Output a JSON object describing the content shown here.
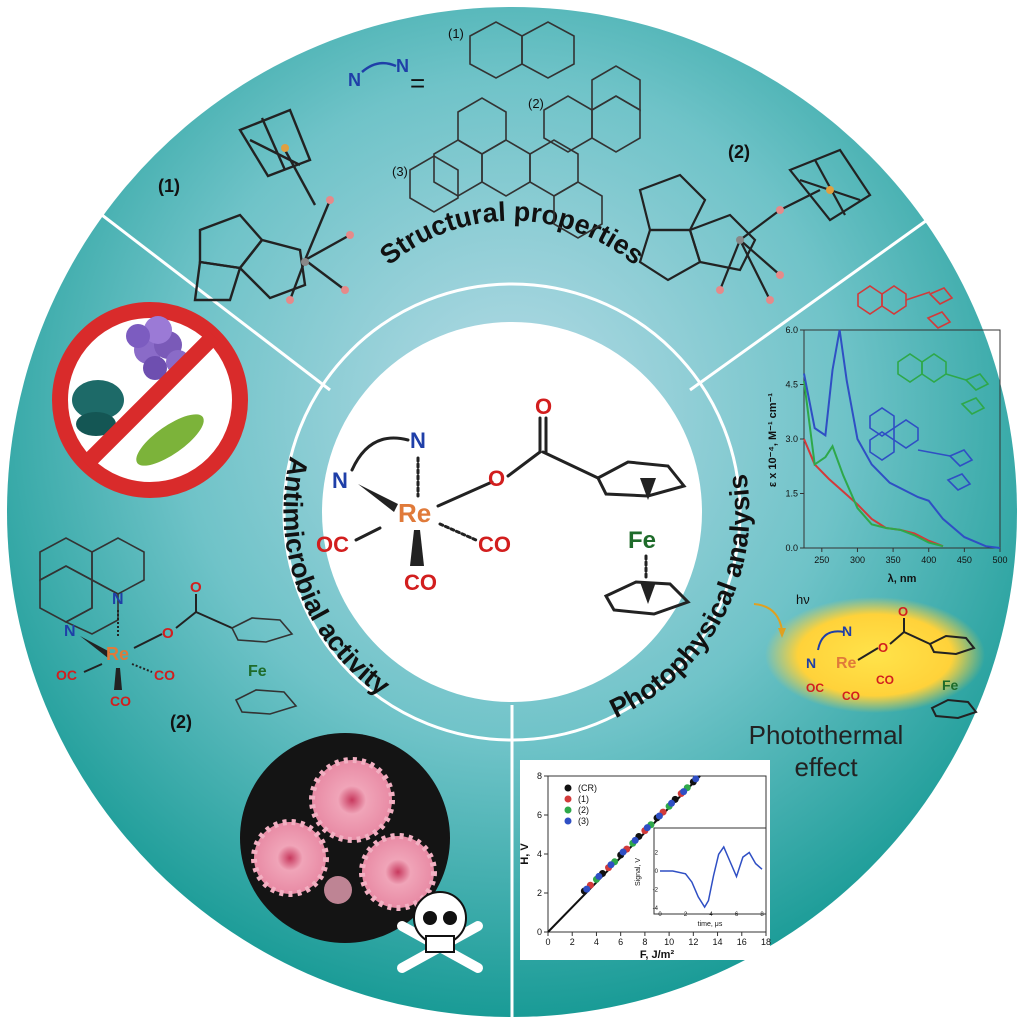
{
  "sections": {
    "top": {
      "title": "Structural properties"
    },
    "left": {
      "title": "Antimicrobial activity"
    },
    "right": {
      "title": "Photophysical analysis"
    }
  },
  "center_molecule": {
    "atoms": {
      "n1": "N",
      "n2": "N",
      "re": "Re",
      "o_ester": "O",
      "o_carbonyl": "O",
      "fe": "Fe",
      "co1": "OC",
      "co2": "CO",
      "co3": "CO"
    }
  },
  "ligands": {
    "nn_symbol_left": "N",
    "nn_symbol_right": "N",
    "equals": "=",
    "labels": [
      "(1)",
      "(2)",
      "(3)"
    ]
  },
  "crystal_labels": {
    "left": "(1)",
    "right": "(2)"
  },
  "left_molecule": {
    "label": "(2)",
    "atoms": {
      "n1": "N",
      "n2": "N",
      "re": "Re",
      "o1": "O",
      "o2": "O",
      "fe": "Fe",
      "co1": "OC",
      "co2": "CO",
      "co3": "CO"
    }
  },
  "photothermal": {
    "hv": "hν",
    "label_line1": "Photothermal",
    "label_line2": "effect",
    "atoms": {
      "n1": "N",
      "n2": "N",
      "re": "Re",
      "o1": "O",
      "o2": "O",
      "fe": "Fe",
      "co1": "OC",
      "co2": "CO",
      "co3": "CO"
    }
  },
  "chart_data": [
    {
      "type": "line",
      "xlabel": "λ, nm",
      "ylabel": "ε x 10⁻⁴, M⁻¹ cm⁻¹",
      "xlim": [
        225,
        500
      ],
      "ylim": [
        0,
        6.0
      ],
      "xticks": [
        250,
        300,
        350,
        400,
        450,
        500
      ],
      "yticks": [
        "0.0",
        "1.5",
        "3.0",
        "4.5",
        "6.0"
      ],
      "series": [
        {
          "color": "#d23a3a",
          "x": [
            225,
            240,
            260,
            280,
            300,
            320,
            340,
            360,
            380,
            400,
            420
          ],
          "y": [
            3.0,
            2.3,
            1.9,
            1.55,
            1.2,
            0.8,
            0.55,
            0.5,
            0.4,
            0.2,
            0.05
          ]
        },
        {
          "color": "#2ea84a",
          "x": [
            225,
            240,
            255,
            265,
            280,
            300,
            320,
            340,
            360,
            380,
            400,
            420
          ],
          "y": [
            4.6,
            2.3,
            2.5,
            2.8,
            2.0,
            1.1,
            0.65,
            0.55,
            0.5,
            0.35,
            0.15,
            0.05
          ]
        },
        {
          "color": "#2f4fc4",
          "x": [
            225,
            240,
            255,
            265,
            275,
            285,
            300,
            320,
            345,
            365,
            385,
            400,
            420,
            450,
            480,
            500
          ],
          "y": [
            4.8,
            3.3,
            3.1,
            4.9,
            6.0,
            4.6,
            3.0,
            2.3,
            1.8,
            1.6,
            1.4,
            1.3,
            0.8,
            0.3,
            0.05,
            0.0
          ]
        }
      ]
    },
    {
      "type": "scatter",
      "xlabel": "F, J/m²",
      "ylabel": "H, V",
      "xlim": [
        0,
        18
      ],
      "ylim": [
        0,
        8
      ],
      "xticks": [
        0,
        2,
        4,
        6,
        8,
        10,
        12,
        14,
        16,
        18
      ],
      "yticks": [
        0,
        2,
        4,
        6,
        8
      ],
      "legend": [
        "(CR)",
        "(1)",
        "(2)",
        "(3)"
      ],
      "series": [
        {
          "name": "(CR)",
          "color": "#111111",
          "x": [
            3,
            4.5,
            6,
            7.5,
            9,
            10.5,
            12
          ],
          "y": [
            2.1,
            3.0,
            3.95,
            4.9,
            5.85,
            6.8,
            7.7
          ]
        },
        {
          "name": "(1)",
          "color": "#d23a3a",
          "x": [
            3.5,
            5,
            6.5,
            8,
            9.5,
            11
          ],
          "y": [
            2.4,
            3.3,
            4.25,
            5.2,
            6.15,
            7.1
          ]
        },
        {
          "name": "(2)",
          "color": "#2ea84a",
          "x": [
            4,
            5.5,
            7,
            8.5,
            10,
            11.5
          ],
          "y": [
            2.7,
            3.6,
            4.55,
            5.5,
            6.45,
            7.4
          ]
        },
        {
          "name": "(3)",
          "color": "#2f4fc4",
          "x": [
            3.2,
            4.2,
            5.2,
            6.2,
            7.2,
            8.2,
            9.2,
            10.2,
            11.2,
            12.2
          ],
          "y": [
            2.2,
            2.85,
            3.45,
            4.1,
            4.7,
            5.35,
            5.95,
            6.6,
            7.2,
            7.85
          ]
        }
      ],
      "inset": {
        "xlabel": "time, μs",
        "ylabel": "Signal, V",
        "xlim": [
          0,
          8
        ],
        "ylim": [
          -4,
          4
        ],
        "xticks": [
          0,
          2,
          4,
          6,
          8
        ],
        "yticks": [
          -4,
          -2,
          0,
          2
        ],
        "x": [
          0,
          1,
          2,
          2.5,
          3,
          3.5,
          3.8,
          4.2,
          4.6,
          5,
          5.5,
          6,
          6.5,
          7,
          7.5,
          8
        ],
        "y": [
          0,
          0,
          -0.3,
          -1.2,
          -2.8,
          -3.9,
          -3.2,
          -0.5,
          1.8,
          2.6,
          1.0,
          -0.6,
          1.5,
          2.0,
          0.8,
          0.2
        ]
      }
    }
  ],
  "colors": {
    "teal_dark": "#1fa39e",
    "teal_light": "#a9d6e3",
    "white": "#ffffff"
  }
}
